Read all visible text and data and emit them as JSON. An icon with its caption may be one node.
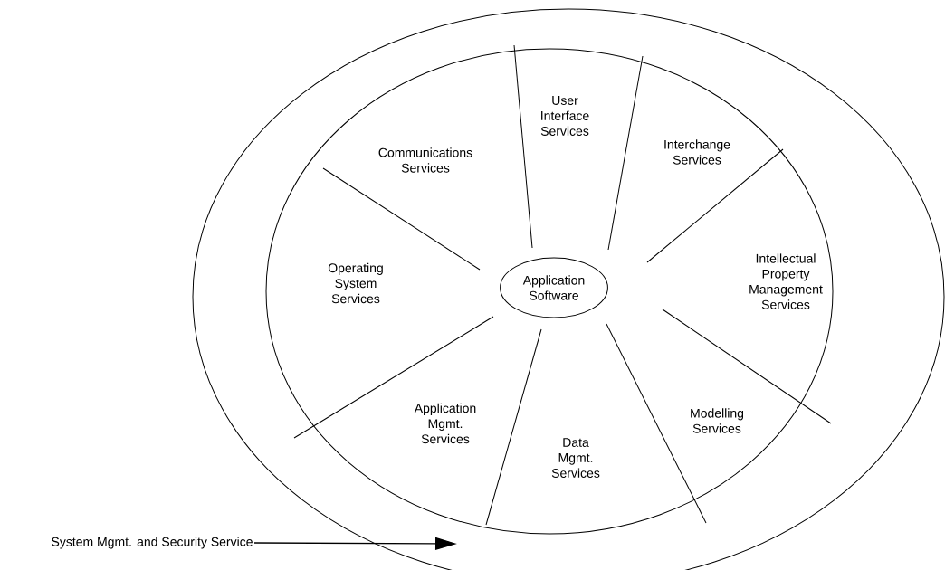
{
  "diagram": {
    "nodes": [
      {
        "text": [],
        "shape": "circle"
      },
      {
        "text": [
          "Application Software"
        ],
        "in": 0
      },
      {
        "text": [
          "Communications Services"
        ],
        "in": 0
      },
      {
        "text": [
          "User Interface Services"
        ],
        "in": 0
      },
      {
        "text": [
          "Interchange Services"
        ],
        "in": 0
      },
      {
        "text": [
          "Operating System Services"
        ],
        "in": 0
      },
      {
        "text": [
          "Intellectual Property Management Services"
        ],
        "in": 0
      },
      {
        "text": [
          "Application Mgmt. Services"
        ],
        "in": 0
      },
      {
        "text": [
          "Data Mgmt. Services"
        ],
        "in": 0
      },
      {
        "text": [
          "Modelling Services"
        ],
        "in": 0
      },
      {
        "text": [
          "System Mgmt. and Security Service"
        ]
      }
    ],
    "edges": [
      {
        "from": 10,
        "to": 0,
        "arrow": "to"
      }
    ]
  }
}
